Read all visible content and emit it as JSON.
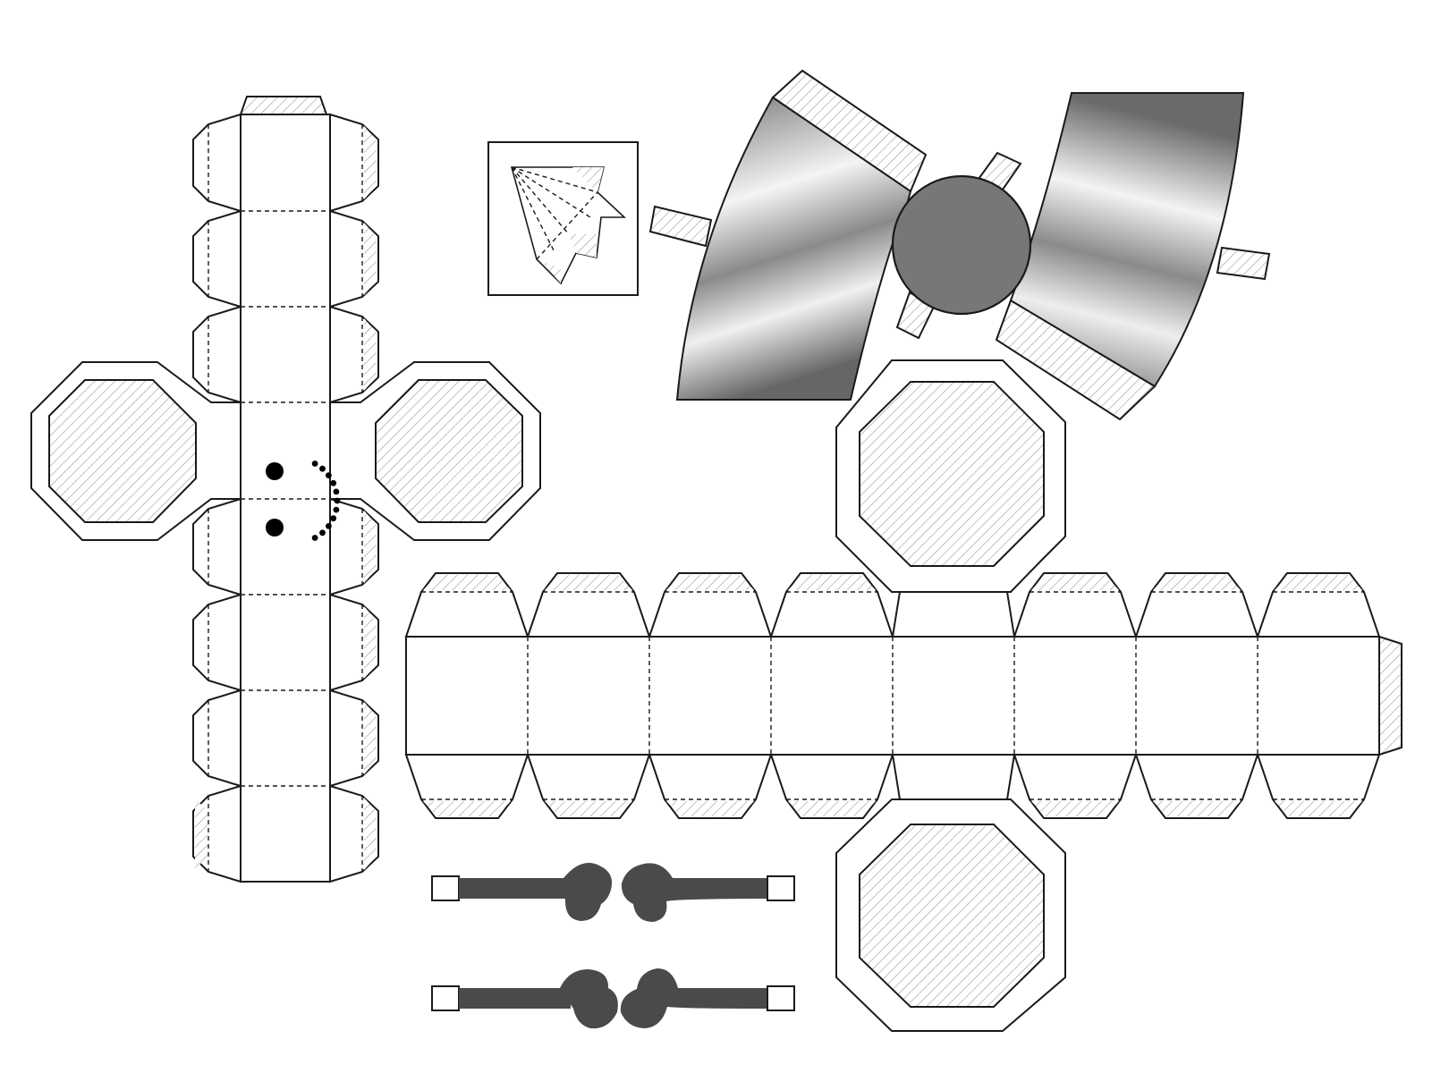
{
  "sheet": {
    "background": "#ffffff",
    "line_color": "#1a1a1a",
    "hatch_color": "#9a9a9a",
    "wing_dark": "#6e6e6e",
    "wing_light": "#f4f4f4",
    "arm_color": "#4a4a4a",
    "eye_color": "#000000"
  },
  "parts": [
    "vertical-body-strip",
    "left-octagon-cap",
    "right-octagon-cap",
    "face",
    "folding-instruction-diagram",
    "bow-wings",
    "bow-center-knot",
    "horizontal-body-strip",
    "upper-octagon-cap",
    "lower-octagon-cap",
    "arm-upper",
    "arm-lower"
  ]
}
